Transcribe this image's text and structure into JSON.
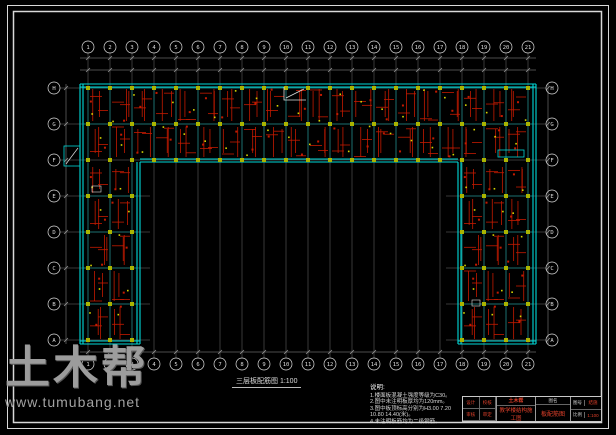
{
  "colors": {
    "background": "#000000",
    "frame": "#d8d8d8",
    "wall_cyan": "#00d9d9",
    "grid_cyan": "#00a8a8",
    "rebar_red": "#c41a00",
    "marker_yellow": "#d6d600",
    "column_olive": "#aab400",
    "axis_gray": "#6f6f6f",
    "dim_gray": "#9a9a9a",
    "text_white": "#dddddd",
    "titleblock_red": "#e0402a",
    "watermark_gray": "#9c9c9c"
  },
  "axes": {
    "cols": [
      "1",
      "2",
      "3",
      "4",
      "5",
      "6",
      "7",
      "8",
      "9",
      "10",
      "11",
      "12",
      "13",
      "14",
      "15",
      "16",
      "17",
      "18",
      "19",
      "20",
      "21"
    ],
    "rows": [
      "H",
      "G",
      "F",
      "E",
      "D",
      "C",
      "B",
      "A"
    ]
  },
  "plan_title": "三层板配筋图 1:100",
  "notes": {
    "heading": "说明:",
    "lines": [
      "1.楼面板混凝土强度等级为C30。",
      "2.图中未注明板厚均为120mm。",
      "3.图中板顶标高分别为H3.00 7.20 10.80 14.40(米)。",
      "4.未注明板筋均为二级钢筋。"
    ]
  },
  "title_block": {
    "roles": [
      "设计",
      "校核",
      "审核",
      "审定"
    ],
    "company": "土木帮",
    "project": "教学楼结构施工图",
    "drawing_label": "图名",
    "drawing": "板配筋图",
    "no_label": "图号",
    "no": "结施",
    "scale_label": "比例",
    "scale": "1:100"
  },
  "watermark": {
    "brand": "土木帮",
    "url": "www.tumubang.net"
  }
}
